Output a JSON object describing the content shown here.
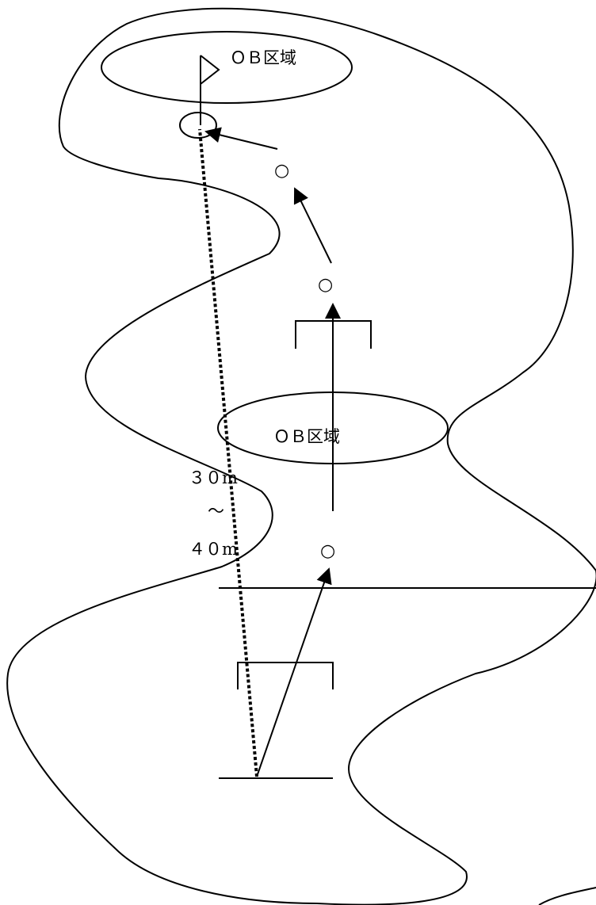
{
  "labels": {
    "ob_top": "ＯＢ区域",
    "ob_middle": "ＯＢ区域",
    "distance_from": "３０m",
    "distance_tilde": "～",
    "distance_to": "４０m"
  },
  "markers": {
    "shot_point_1": "○",
    "shot_point_2": "○",
    "shot_point_3": "○"
  },
  "colors": {
    "ink": "#000000",
    "background": "#ffffff"
  }
}
